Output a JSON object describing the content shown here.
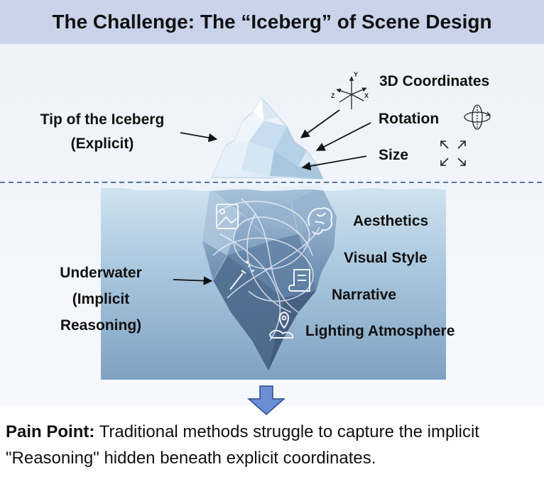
{
  "title": "The Challenge: The “Iceberg” of Scene Design",
  "tip": {
    "line1": "Tip of the Iceberg",
    "line2": "(Explicit)"
  },
  "explicit_items": [
    {
      "label": "3D Coordinates",
      "icon": "axes-icon"
    },
    {
      "label": "Rotation",
      "icon": "rotation-icon"
    },
    {
      "label": "Size",
      "icon": "resize-icon"
    }
  ],
  "axes_letters": {
    "x": "X",
    "y": "Y",
    "z": "Z"
  },
  "underwater": {
    "line1": "Underwater",
    "line2": "(Implicit",
    "line3": "Reasoning)"
  },
  "implicit_items": [
    {
      "label": "Aesthetics",
      "icon": "brain-idea-icon"
    },
    {
      "label": "Visual Style",
      "icon": "image-icon"
    },
    {
      "label": "Narrative",
      "icon": "scroll-icon"
    },
    {
      "label": "Lighting Atmosphere",
      "icon": "map-pin-icon"
    }
  ],
  "pain_point": {
    "label": "Pain Point:",
    "text": " Traditional methods struggle to capture the implicit \"Reasoning\" hidden beneath explicit coordinates."
  },
  "colors": {
    "title_bg": "#c9d3ea",
    "water_top": "#d3e5f1",
    "water_bottom": "#7fa2c2",
    "ice_dark": "#4d6a8c",
    "arrow_down": "#6b8ed6"
  }
}
